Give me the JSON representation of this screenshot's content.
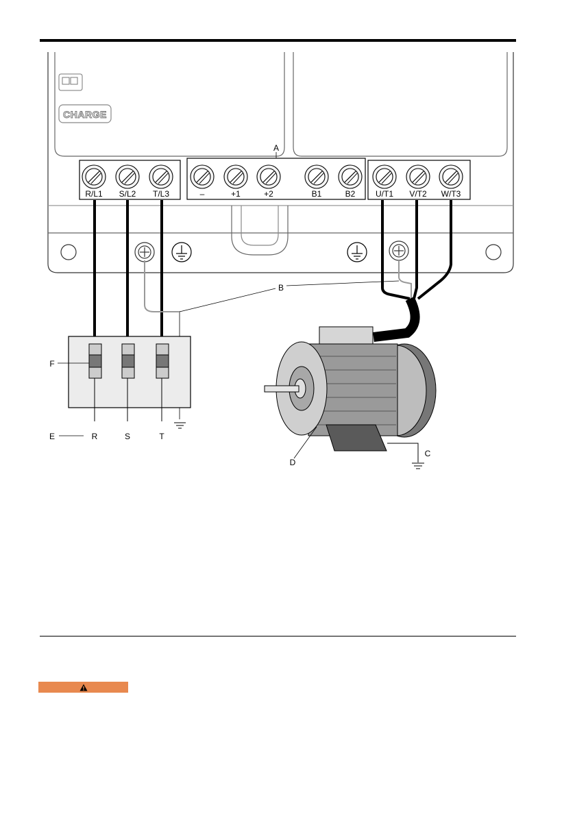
{
  "page": {
    "number": ""
  },
  "panel": {
    "charge_label": "CHARGE"
  },
  "terminal_groups": [
    {
      "name": "input",
      "labels": [
        "R/L1",
        "S/L2",
        "T/L3"
      ]
    },
    {
      "name": "dc",
      "labels": [
        "–",
        "+1",
        "+2",
        "B1",
        "B2"
      ]
    },
    {
      "name": "output",
      "labels": [
        "U/T1",
        "V/T2",
        "W/T3"
      ]
    }
  ],
  "callouts": {
    "A": "A",
    "B": "B",
    "C": "C",
    "D": "D",
    "E": "E",
    "F": "F"
  },
  "supply_phases": [
    "R",
    "S",
    "T"
  ],
  "warning": {
    "icon": "warning-triangle-icon",
    "color": "#e8894f"
  }
}
